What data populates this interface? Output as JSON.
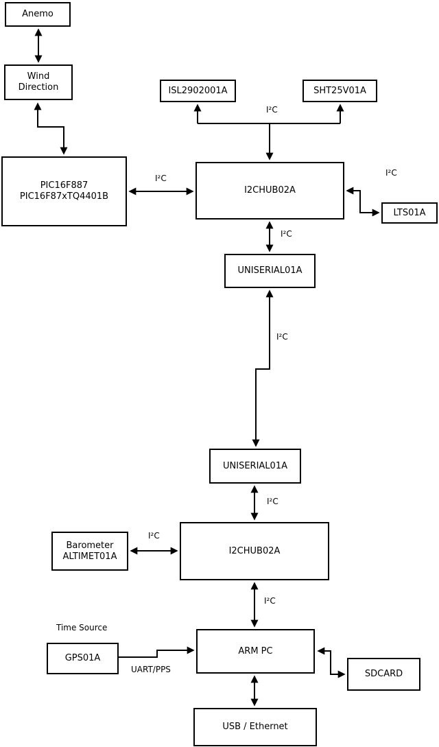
{
  "boxes": {
    "anemo": {
      "label": "Anemo"
    },
    "wind": {
      "label": "Wind\nDirection"
    },
    "pic": {
      "label": "PIC16F887\nPIC16F87xTQ4401B"
    },
    "isl": {
      "label": "ISL2902001A"
    },
    "sht": {
      "label": "SHT25V01A"
    },
    "hub1": {
      "label": "I2CHUB02A"
    },
    "lts": {
      "label": "LTS01A"
    },
    "uniserial1": {
      "label": "UNISERIAL01A"
    },
    "uniserial2": {
      "label": "UNISERIAL01A"
    },
    "barometer": {
      "label": "Barometer\nALTIMET01A"
    },
    "hub2": {
      "label": "I2CHUB02A"
    },
    "arm_pc": {
      "label": "ARM PC"
    },
    "gps": {
      "label": "GPS01A"
    },
    "sdcard": {
      "label": "SDCARD"
    },
    "usb_ethernet": {
      "label": "USB / Ethernet"
    }
  },
  "labels": {
    "i2c_isl_sht": "I²C",
    "i2c_pic_hub1": "I²C",
    "i2c_hub1_lts": "I²C",
    "i2c_hub1_uniserial": "I²C",
    "i2c_long_link": "I²C",
    "i2c_uniserial_hub2": "I²C",
    "i2c_barometer_hub2": "I²C",
    "i2c_hub2_armpc": "I²C",
    "time_source": "Time Source",
    "uart_pps": "UART/PPS"
  },
  "colors": {
    "line": "#000000",
    "box_border": "#000000",
    "box_fill": "#ffffff",
    "background": "#ffffff",
    "text": "#000000"
  }
}
